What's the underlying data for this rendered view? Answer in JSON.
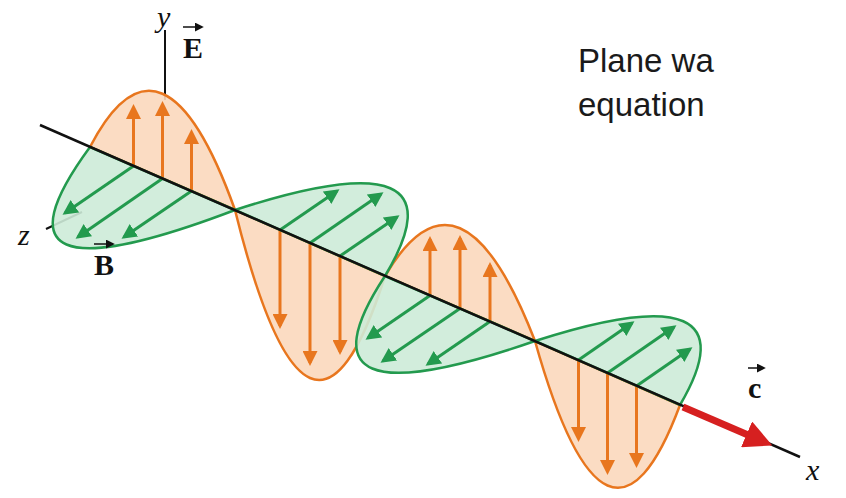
{
  "diagram": {
    "labels": [
      "y",
      "E",
      "z",
      "B",
      "c",
      "x",
      "Plane wa",
      "equation"
    ]
  }
}
